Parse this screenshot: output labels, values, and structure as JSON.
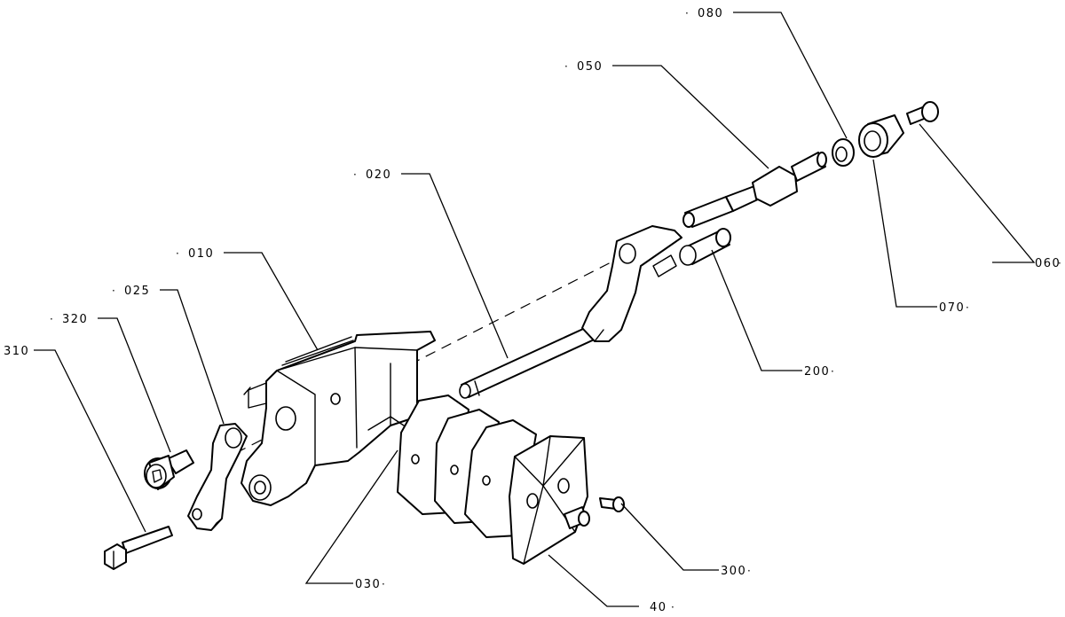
{
  "callouts": [
    {
      "id": "080",
      "label": "080"
    },
    {
      "id": "050",
      "label": "050"
    },
    {
      "id": "020",
      "label": "020"
    },
    {
      "id": "010",
      "label": "010"
    },
    {
      "id": "025",
      "label": "025"
    },
    {
      "id": "320",
      "label": "320"
    },
    {
      "id": "310",
      "label": "310"
    },
    {
      "id": "060",
      "label": "060"
    },
    {
      "id": "070",
      "label": "070"
    },
    {
      "id": "200",
      "label": "200"
    },
    {
      "id": "300",
      "label": "300"
    },
    {
      "id": "030",
      "label": "030"
    },
    {
      "id": "40",
      "label": "40"
    }
  ],
  "colors": {
    "ink": "#000000",
    "paper": "#ffffff"
  }
}
